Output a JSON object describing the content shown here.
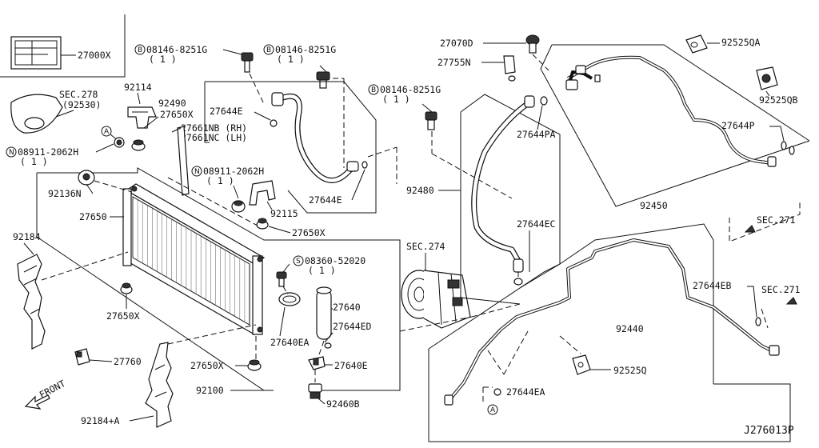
{
  "diagram_code": "J276013P",
  "front_arrow_label": "FRONT",
  "labels": {
    "p27000x": "27000X",
    "sec278": "SEC.278",
    "sec278_sub": "(92530)",
    "bolt1": "08146-8251G",
    "bolt1_qty": "( 1 )",
    "bolt2": "08146-8251G",
    "bolt2_qty": "( 1 )",
    "bolt3": "08146-8251G",
    "bolt3_qty": "( 1 )",
    "p92114": "92114",
    "p92490": "92490",
    "p27644e_top": "27644E",
    "p27650x_a": "27650X",
    "p27661nb": "27661NB (RH)",
    "p27661nc": "27661NC (LH)",
    "nut1": "08911-2062H",
    "nut1_qty": "( 1 )",
    "nut2": "08911-2062H",
    "nut2_qty": "( 1 )",
    "p92136n": "92136N",
    "p27644e_b": "27644E",
    "p92115": "92115",
    "p27650": "27650",
    "p27650x_b": "27650X",
    "p92184": "92184",
    "screw": "08360-52020",
    "screw_qty": "( 1 )",
    "p27640": "27640",
    "p27650x_c": "27650X",
    "p27644ed": "27644ED",
    "p27640ea": "27640EA",
    "p27760": "27760",
    "p27640e": "27640E",
    "p27650x_d": "27650X",
    "p92100": "92100",
    "p92460b": "92460B",
    "p92184a": "92184+A",
    "p27070d": "27070D",
    "p27755n": "27755N",
    "p92525qa": "92525QA",
    "p92525qb": "92525QB",
    "p27644pa": "27644PA",
    "p27644p": "27644P",
    "p92480": "92480",
    "p92450": "92450",
    "sec271_a": "SEC.271",
    "p27644ec": "27644EC",
    "sec274": "SEC.274",
    "p27644eb": "27644EB",
    "sec271_b": "SEC.271",
    "p92440": "92440",
    "p92525q": "92525Q",
    "p27644ea": "27644EA",
    "mark_a": "A",
    "mark_b": "B",
    "mark_n": "N",
    "mark_s": "S"
  }
}
